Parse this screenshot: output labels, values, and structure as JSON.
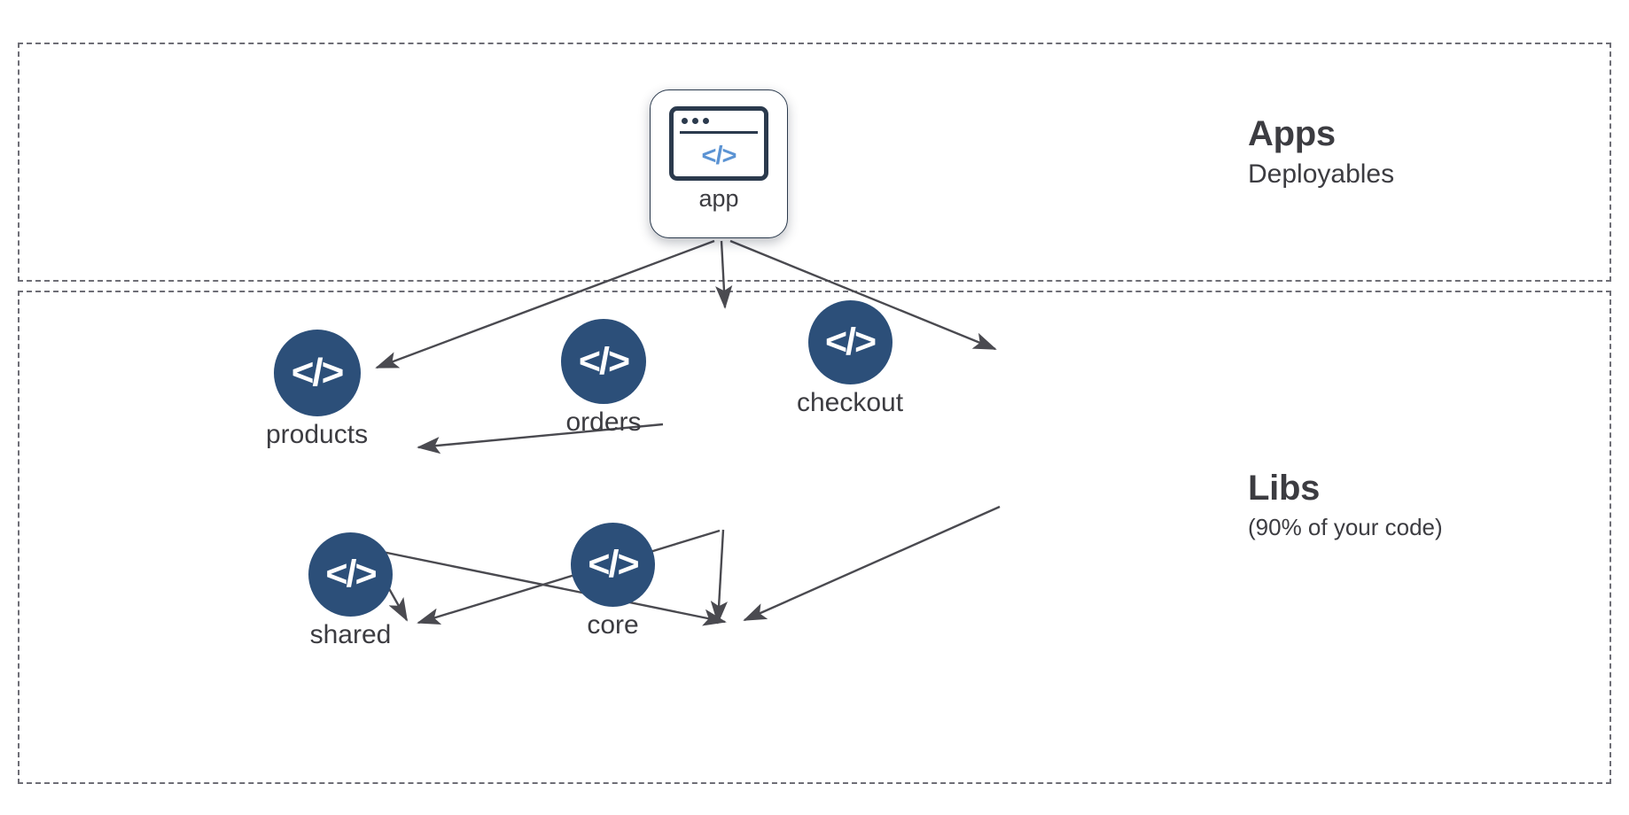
{
  "diagram": {
    "type": "dependency-graph",
    "regions": [
      {
        "id": "apps",
        "title": "Apps",
        "subtitle": "Deployables"
      },
      {
        "id": "libs",
        "title": "Libs",
        "subtitle": "(90% of your code)"
      }
    ],
    "colors": {
      "node_fill": "#2c4f79",
      "node_glyph": "#ffffff",
      "app_card_border": "#2b3a4d",
      "app_code_accent": "#5b93d3",
      "edge_stroke": "#4a4a50",
      "region_border": "#6e6e76",
      "label_text": "#3c3c41",
      "background": "#ffffff"
    },
    "nodes": [
      {
        "id": "app",
        "label": "app",
        "region": "apps",
        "kind": "application-card",
        "icon": "browser-window-code-icon",
        "glyph": "</>"
      },
      {
        "id": "products",
        "label": "products",
        "region": "libs",
        "kind": "library-circle",
        "icon": "code-icon",
        "glyph": "</>"
      },
      {
        "id": "orders",
        "label": "orders",
        "region": "libs",
        "kind": "library-circle",
        "icon": "code-icon",
        "glyph": "</>"
      },
      {
        "id": "checkout",
        "label": "checkout",
        "region": "libs",
        "kind": "library-circle",
        "icon": "code-icon",
        "glyph": "</>"
      },
      {
        "id": "shared",
        "label": "shared",
        "region": "libs",
        "kind": "library-circle",
        "icon": "code-icon",
        "glyph": "</>"
      },
      {
        "id": "core",
        "label": "core",
        "region": "libs",
        "kind": "library-circle",
        "icon": "code-icon",
        "glyph": "</>"
      }
    ],
    "edges": [
      {
        "from": "app",
        "to": "products"
      },
      {
        "from": "app",
        "to": "orders"
      },
      {
        "from": "app",
        "to": "checkout"
      },
      {
        "from": "orders",
        "to": "products"
      },
      {
        "from": "products",
        "to": "shared"
      },
      {
        "from": "products",
        "to": "core"
      },
      {
        "from": "orders",
        "to": "shared"
      },
      {
        "from": "orders",
        "to": "core"
      },
      {
        "from": "checkout",
        "to": "core"
      }
    ]
  }
}
